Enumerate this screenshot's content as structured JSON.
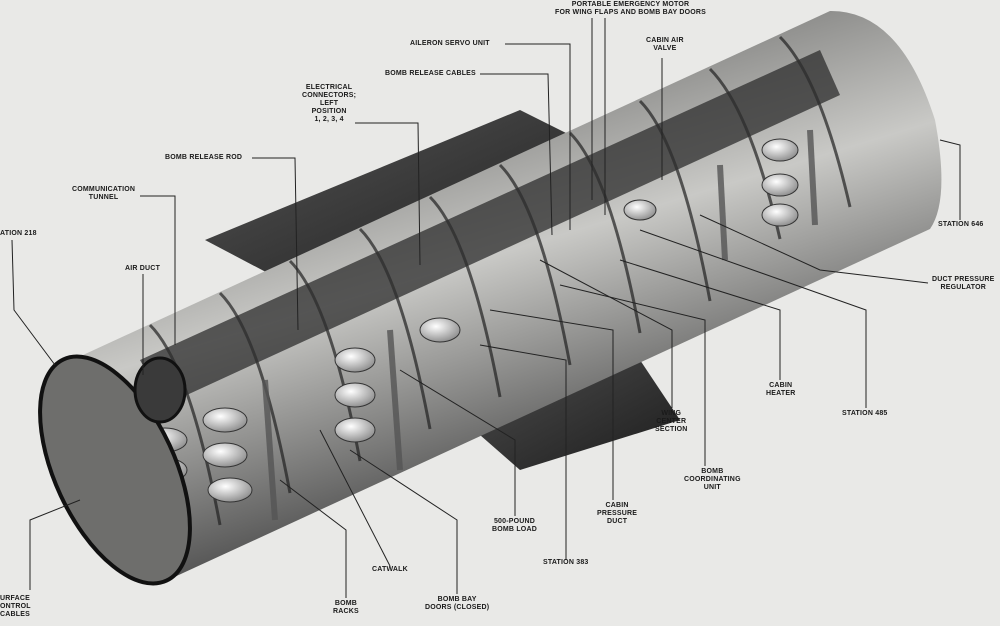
{
  "labels": {
    "portable_motor": "PORTABLE EMERGENCY MOTOR\nFOR WING FLAPS AND BOMB BAY DOORS",
    "cabin_air_valve": "CABIN AIR\nVALVE",
    "aileron_servo": "AILERON SERVO UNIT",
    "bomb_release_cables": "BOMB RELEASE CABLES",
    "electrical_connectors": "ELECTRICAL\nCONNECTORS;\nLEFT\nPOSITION\n1, 2, 3, 4",
    "bomb_release_rod": "BOMB RELEASE ROD",
    "communication_tunnel": "COMMUNICATION\nTUNNEL",
    "station_218": "ATION 218",
    "air_duct": "AIR DUCT",
    "station_646": "STATION 646",
    "duct_pressure_regulator": "DUCT PRESSURE\nREGULATOR",
    "cabin_heater": "CABIN\nHEATER",
    "station_485": "STATION 485",
    "wing_center_section": "WING\nCENTER\nSECTION",
    "bomb_coordinating_unit": "BOMB\nCOORDINATING\nUNIT",
    "cabin_pressure_duct": "CABIN\nPRESSURE\nDUCT",
    "bomb_load": "500-POUND\nBOMB LOAD",
    "station_383": "STATION 383",
    "catwalk": "CATWALK",
    "bomb_racks": "BOMB\nRACKS",
    "bomb_bay_doors": "BOMB BAY\nDOORS (CLOSED)",
    "surface_control_cables": "URFACE\nONTROL\nCABLES"
  }
}
